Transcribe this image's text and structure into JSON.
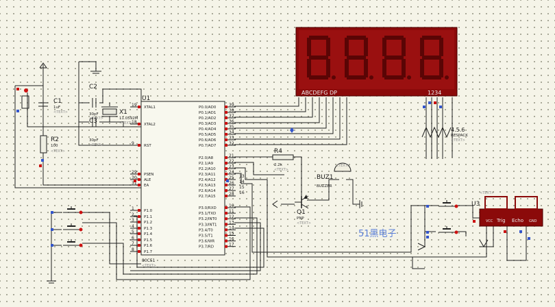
{
  "seg_display": {
    "segment_label": "ABCDEFG  DP",
    "digit_label": "1234"
  },
  "c1": {
    "ref": "C1",
    "value": "1uF",
    "text": "<TEXT>"
  },
  "c2": {
    "ref": "C2",
    "value": "30pF",
    "text": "<TEXT>"
  },
  "c3": {
    "ref": "C3",
    "value": "30pF",
    "text": "<TEXT>"
  },
  "x1": {
    "ref": "X1",
    "value": "11.0592M",
    "text": "<TEXT>"
  },
  "r2": {
    "ref": "R2",
    "value": "100",
    "text": "<TEXT>"
  },
  "r4": {
    "ref": "R4",
    "value": "2.2k",
    "text": "<TEXT>"
  },
  "q1": {
    "ref": "Q1",
    "value": "PNP",
    "text": "<TEXT>"
  },
  "buz1": {
    "ref": "BUZ1",
    "value": "BUZZER",
    "text": "<TEXT>"
  },
  "rp": {
    "ref": "4.5.6",
    "value": "RESPACK",
    "text": "<TEXT>"
  },
  "u3": {
    "ref": "U3",
    "text": "<TEXT>",
    "pins": [
      "VCC",
      "Trig",
      "Echo",
      "GND"
    ]
  },
  "u1": {
    "ref": "U1",
    "part": "80C51",
    "text": "<TEXT>",
    "left_pins": [
      {
        "num": "19",
        "name": "XTAL1"
      },
      {
        "num": "18",
        "name": "XTAL2"
      },
      {
        "num": "9",
        "name": "RST"
      },
      {
        "num": "29",
        "name": "PSEN"
      },
      {
        "num": "30",
        "name": "ALE"
      },
      {
        "num": "31",
        "name": "EA"
      },
      {
        "num": "1",
        "name": "P1.0"
      },
      {
        "num": "2",
        "name": "P1.1"
      },
      {
        "num": "3",
        "name": "P1.2"
      },
      {
        "num": "4",
        "name": "P1.3"
      },
      {
        "num": "5",
        "name": "P1.4"
      },
      {
        "num": "6",
        "name": "P1.5"
      },
      {
        "num": "7",
        "name": "P1.6"
      },
      {
        "num": "8",
        "name": "P1.7"
      }
    ],
    "right_pins": [
      {
        "num": "39",
        "name": "P0.0/AD0"
      },
      {
        "num": "38",
        "name": "P0.1/AD1"
      },
      {
        "num": "37",
        "name": "P0.2/AD2"
      },
      {
        "num": "36",
        "name": "P0.3/AD3"
      },
      {
        "num": "35",
        "name": "P0.4/AD4"
      },
      {
        "num": "34",
        "name": "P0.5/AD5"
      },
      {
        "num": "33",
        "name": "P0.6/AD6"
      },
      {
        "num": "32",
        "name": "P0.7/AD7"
      },
      {
        "num": "21",
        "name": "P2.0/A8"
      },
      {
        "num": "22",
        "name": "P2.1/A9"
      },
      {
        "num": "23",
        "name": "P2.2/A10"
      },
      {
        "num": "24",
        "name": "P2.3/A11"
      },
      {
        "num": "25",
        "name": "P2.4/A12"
      },
      {
        "num": "26",
        "name": "P2.5/A13"
      },
      {
        "num": "27",
        "name": "P2.6/A14"
      },
      {
        "num": "28",
        "name": "P2.7/A15"
      },
      {
        "num": "10",
        "name": "P3.0/RXD"
      },
      {
        "num": "11",
        "name": "P3.1/TXD"
      },
      {
        "num": "12",
        "name": "P3.2/INT0"
      },
      {
        "num": "13",
        "name": "P3.3/INT1"
      },
      {
        "num": "14",
        "name": "P3.4/T0"
      },
      {
        "num": "15",
        "name": "P3.5/T1"
      },
      {
        "num": "16",
        "name": "P3.6/WR"
      },
      {
        "num": "17",
        "name": "P3.7/RD"
      }
    ]
  },
  "net_labels": [
    "13",
    "14",
    "15",
    "16"
  ],
  "watermark": "51黑电子"
}
